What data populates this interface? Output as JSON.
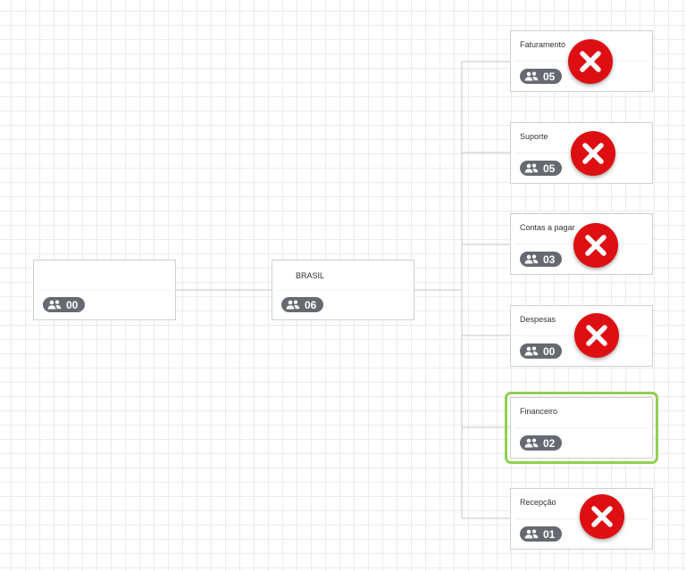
{
  "nodes": {
    "blank": {
      "title": "",
      "count": "00",
      "icon": "people-icon"
    },
    "brasil": {
      "title": "BRASIL",
      "count": "06",
      "icon": "people-icon"
    },
    "children": [
      {
        "title": "Faturamento",
        "count": "05",
        "status": "error",
        "icon": "people-icon"
      },
      {
        "title": "Suporte",
        "count": "05",
        "status": "error",
        "icon": "people-icon"
      },
      {
        "title": "Contas a pagar",
        "count": "03",
        "status": "error",
        "icon": "people-icon"
      },
      {
        "title": "Despesas",
        "count": "00",
        "status": "error",
        "icon": "people-icon"
      },
      {
        "title": "Financeiro",
        "count": "02",
        "status": "selected",
        "icon": "people-icon"
      },
      {
        "title": "Recepção",
        "count": "01",
        "status": "error",
        "icon": "people-icon"
      }
    ]
  },
  "colors": {
    "error": "#dd0f12",
    "selected": "#8fd14f",
    "badge": "#666a70",
    "connector": "#c4c4c4"
  }
}
